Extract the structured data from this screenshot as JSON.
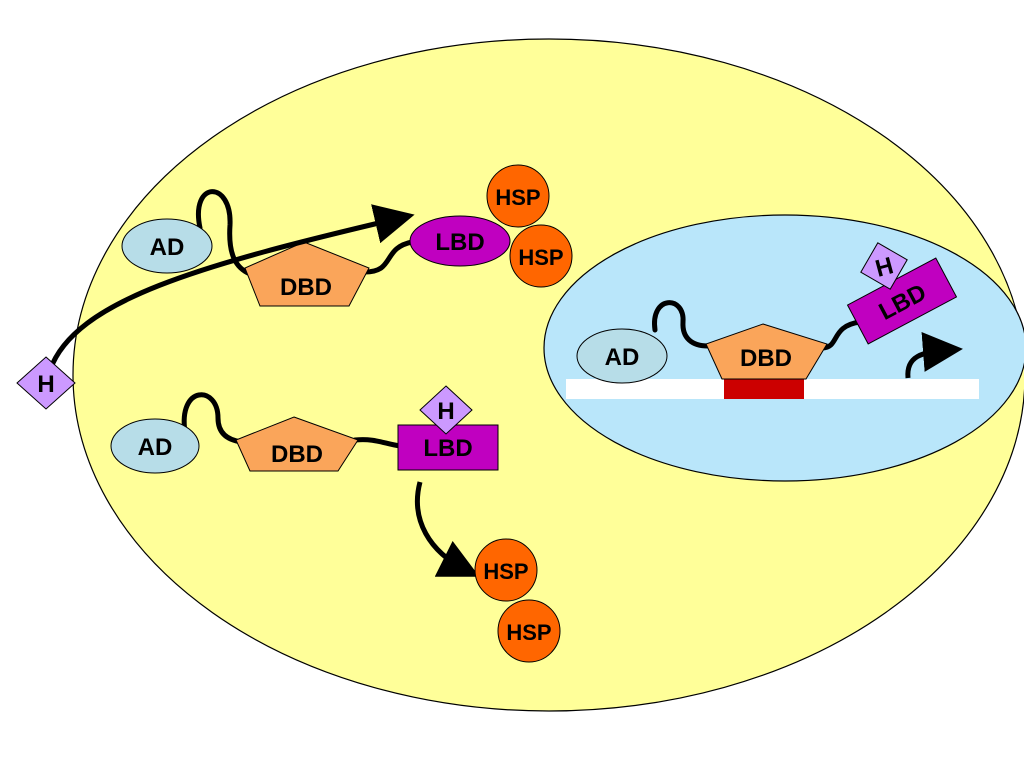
{
  "labels": {
    "hormone": "H",
    "ad": "AD",
    "dbd": "DBD",
    "lbd": "LBD",
    "hsp": "HSP"
  },
  "colors": {
    "cell": "#FFFF99",
    "nucleus": "#B9E6FA",
    "ad": "#B7DDE8",
    "dbd": "#FAA55A",
    "lbd": "#C000C0",
    "hsp": "#FF6600",
    "hormone": "#CC99FF",
    "dna": "#FFFFFF",
    "response_element": "#CC0000"
  }
}
